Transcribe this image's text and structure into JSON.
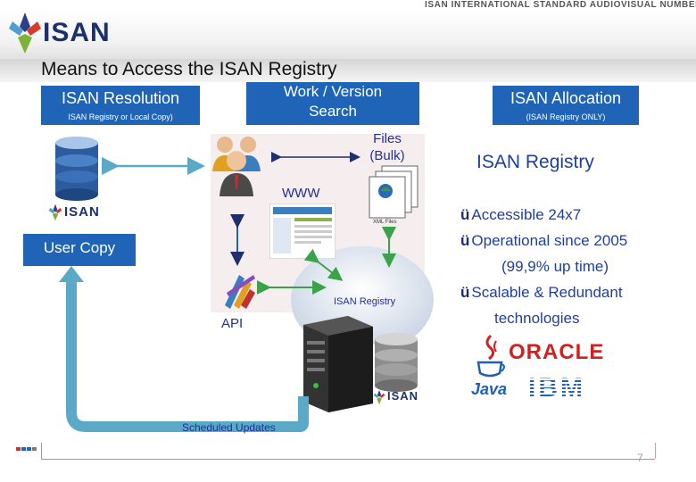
{
  "header": {
    "org_name": "ISAN INTERNATIONAL STANDARD AUDIOVISUAL NUMBER",
    "logo_text": "ISAN"
  },
  "slide": {
    "title": "Means to Access the ISAN Registry",
    "page_number": "7"
  },
  "boxes": {
    "resolution": {
      "label": "ISAN Resolution",
      "sub": "ISAN Registry or Local Copy)"
    },
    "search": {
      "line1": "Work / Version",
      "line2": "Search"
    },
    "allocation": {
      "label": "ISAN Allocation",
      "sub": "(ISAN Registry ONLY)"
    },
    "user_copy": {
      "label": "User Copy"
    }
  },
  "diagram": {
    "files_line1": "Files",
    "files_line2": "(Bulk)",
    "www": "WWW",
    "xml_files": "XML Files",
    "api": "API",
    "registry_label": "ISAN Registry",
    "scheduled_updates": "Scheduled Updates",
    "db_logo_text": "ISAN",
    "server_logo_text": "ISAN"
  },
  "right_panel": {
    "heading": "ISAN Registry",
    "features": [
      "Accessible 24x7",
      "Operational since 2005",
      "(99,9% up time)",
      "Scalable & Redundant",
      "technologies"
    ],
    "check_glyph": "ü",
    "logo_oracle": "ORACLE",
    "logo_ibm": "IBM",
    "logo_java": "Java"
  },
  "colors": {
    "box_blue": "#1f64b6",
    "text_blue": "#1f3fa0",
    "arrow_teal": "#59a9c7",
    "arrow_green": "#3aa34a",
    "arrow_navy": "#1f2f6e"
  }
}
